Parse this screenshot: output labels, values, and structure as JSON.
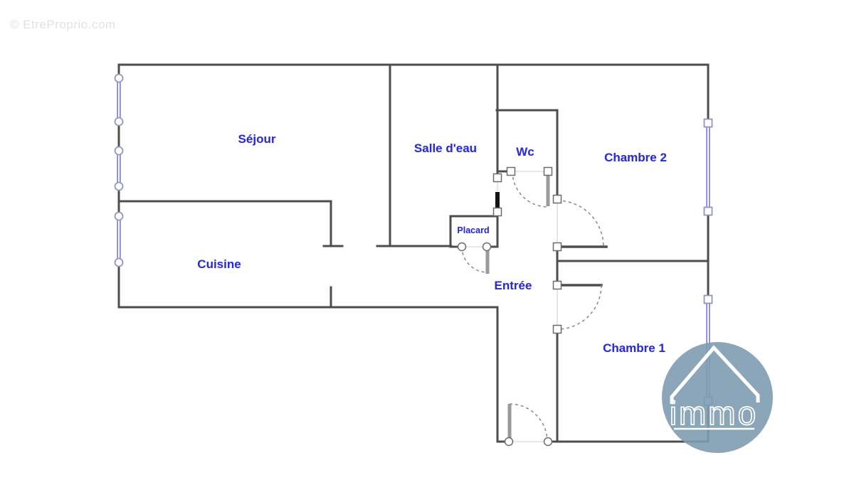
{
  "watermark": "© EtreProprio.com",
  "rooms": {
    "sejour": {
      "label": "Séjour"
    },
    "salle_deau": {
      "label": "Salle d'eau"
    },
    "wc": {
      "label": "Wc"
    },
    "chambre2": {
      "label": "Chambre 2"
    },
    "cuisine": {
      "label": "Cuisine"
    },
    "placard": {
      "label": "Placard"
    },
    "entree": {
      "label": "Entrée"
    },
    "chambre1": {
      "label": "Chambre 1"
    }
  },
  "logo": {
    "text": "immo",
    "icon": "house-roof-icon"
  },
  "colors": {
    "wall": "#4d4d4d",
    "window_frame": "#8282da",
    "room_label": "#2b2bd0",
    "door_arc": "#8f8f8f",
    "door_leaf_gray": "#9a9a9a",
    "door_leaf_black": "#141414",
    "opening_line": "#d9d9d9",
    "logo_circle": "#7d9cb0",
    "watermark": "#e2e2e2",
    "background": "#ffffff"
  }
}
